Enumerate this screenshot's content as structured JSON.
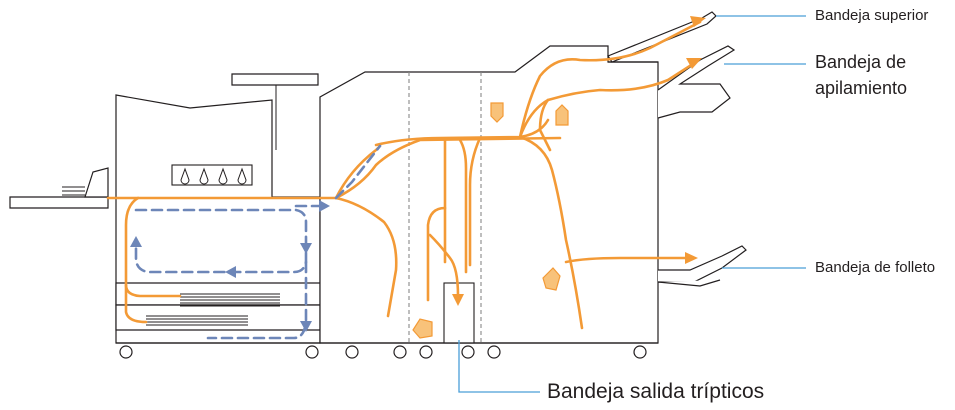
{
  "labels": {
    "top_tray": "Bandeja superior",
    "stacking_tray_line1": "Bandeja de",
    "stacking_tray_line2": "apilamiento",
    "booklet_tray": "Bandeja de folleto",
    "trifold_tray": "Bandeja salida trípticos"
  },
  "colors": {
    "paper_path": "#f39a36",
    "duplex_path": "#6d86b8",
    "leader_line": "#4a9fd8",
    "outline": "#231f20"
  },
  "icons": [
    "ink-drop-icon",
    "ink-drop-icon",
    "ink-drop-icon",
    "ink-drop-icon"
  ]
}
